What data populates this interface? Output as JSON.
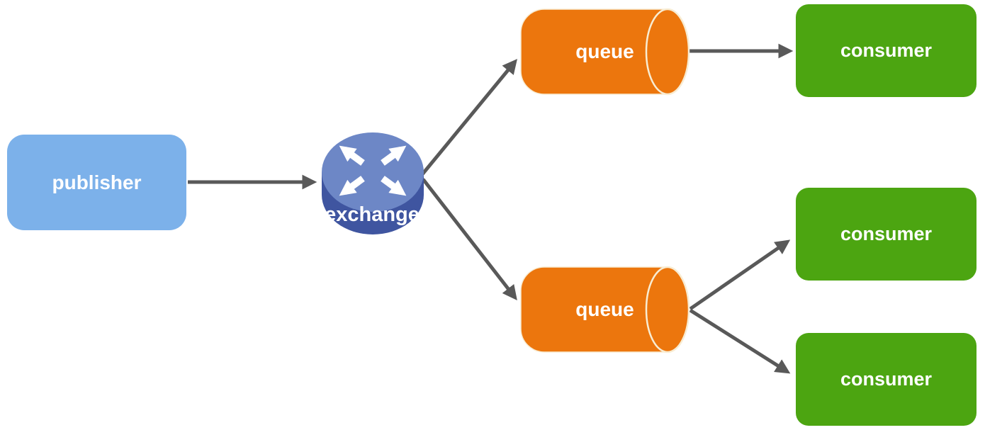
{
  "nodes": {
    "publisher": {
      "label": "publisher",
      "color": "#7cb1ea",
      "text_color": "#ffffff",
      "shape": "rounded-rectangle"
    },
    "exchange": {
      "label": "exchange",
      "icon": "crossed-fanout-arrows-icon",
      "top_color": "#6d87c6",
      "body_color": "#3f55a0",
      "arrow_color": "#ffffff",
      "shape": "router-cylinder"
    },
    "queue_top": {
      "label": "queue",
      "color": "#ec760d",
      "cap_outline_color": "#f8ecd2",
      "shape": "horizontal-cylinder"
    },
    "queue_bottom": {
      "label": "queue",
      "color": "#ec760d",
      "cap_outline_color": "#f8ecd2",
      "shape": "horizontal-cylinder"
    },
    "consumer_top": {
      "label": "consumer",
      "color": "#4ca511",
      "shape": "rounded-rectangle"
    },
    "consumer_middle": {
      "label": "consumer",
      "color": "#4ca511",
      "shape": "rounded-rectangle"
    },
    "consumer_bottom": {
      "label": "consumer",
      "color": "#4ca511",
      "shape": "rounded-rectangle"
    }
  },
  "edges": [
    {
      "from": "publisher",
      "to": "exchange"
    },
    {
      "from": "exchange",
      "to": "queue_top"
    },
    {
      "from": "exchange",
      "to": "queue_bottom"
    },
    {
      "from": "queue_top",
      "to": "consumer_top"
    },
    {
      "from": "queue_bottom",
      "to": "consumer_middle"
    },
    {
      "from": "queue_bottom",
      "to": "consumer_bottom"
    }
  ],
  "edge_color": "#595959",
  "background_color": "#ffffff"
}
